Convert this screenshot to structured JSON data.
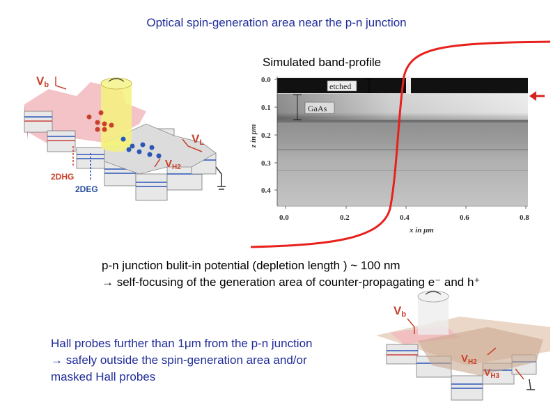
{
  "title": "Optical spin-generation area near the p-n junction",
  "sim_label": "Simulated band-profile",
  "figure1": {
    "labels": {
      "vb": "V",
      "vb_sub": "b",
      "vl": "V",
      "vl_sub": "L",
      "vh2": "V",
      "vh2_sub": "H2",
      "hg": "2DHG",
      "eg": "2DEG"
    }
  },
  "band_plot": {
    "etched_label": "etched",
    "gaas_label": "GaAs",
    "x_ticks": [
      "0.0",
      "0.2",
      "0.4",
      "0.6",
      "0.8"
    ],
    "y_ticks": [
      "0.0",
      "0.1",
      "0.2",
      "0.3",
      "0.4"
    ],
    "x_label": "x in μm",
    "y_label": "z in μm",
    "colors": {
      "curve": "#e8211c",
      "arrow": "#d5241e"
    }
  },
  "text_pn": {
    "line1": "p-n junction bulit-in potential (depletion length ) ~ 100 nm",
    "line2": "→ self-focusing of the generation area of counter-propagating e⁻ and h⁺"
  },
  "text_hall": {
    "line1": "Hall probes further than 1μm from the p-n junction",
    "line2": "→ safely outside the spin-generation area and/or",
    "line3": "masked Hall probes"
  },
  "figure2": {
    "labels": {
      "vb": "V",
      "vb_sub": "b",
      "vh2": "V",
      "vh2_sub": "H2",
      "vh3": "V",
      "vh3_sub": "H3"
    }
  }
}
